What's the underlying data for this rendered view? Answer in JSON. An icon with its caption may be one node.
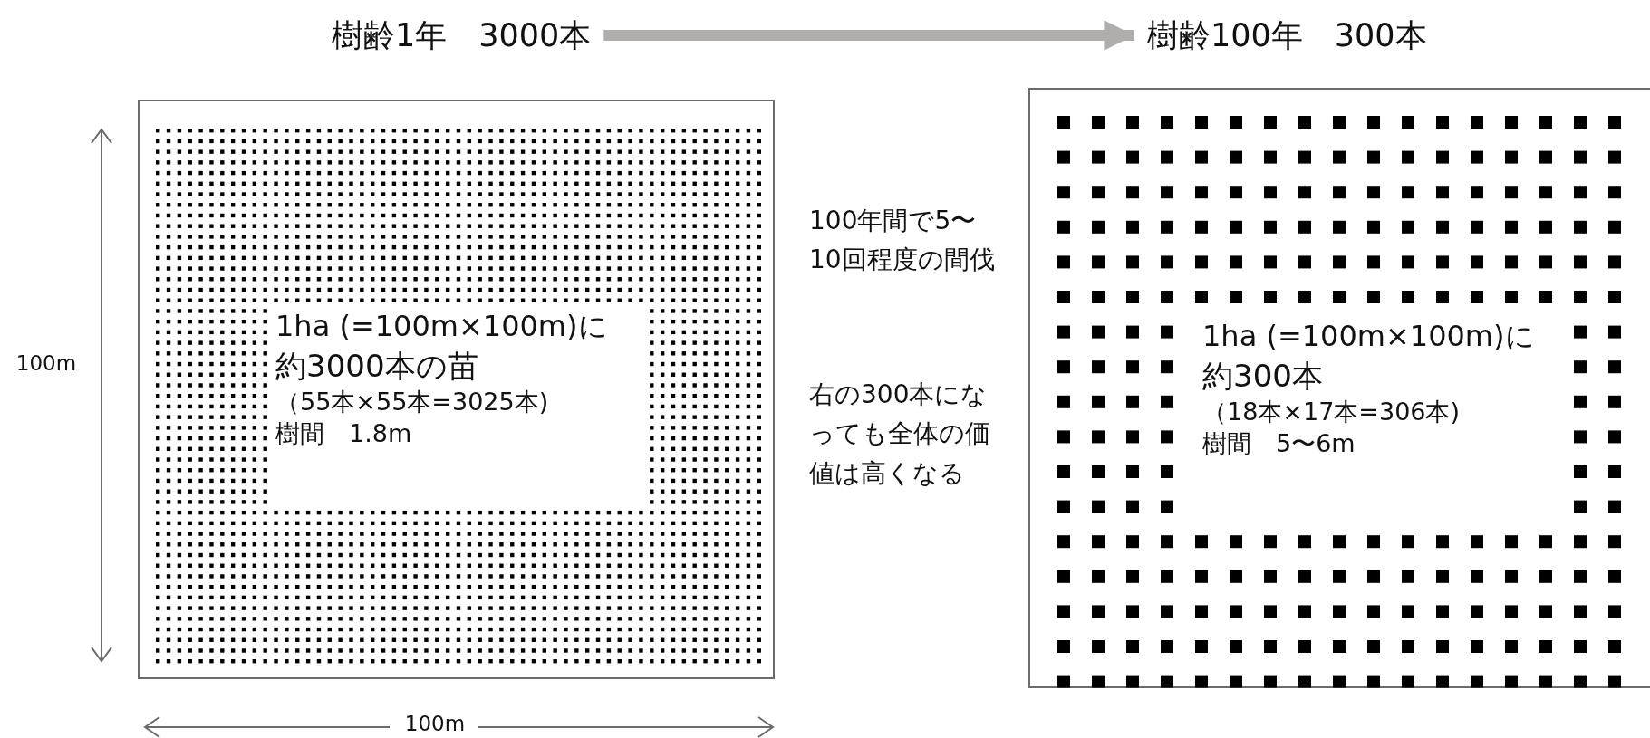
{
  "diagram": {
    "nodes": [
      {
        "text": [
          "樹齢1年　3000本"
        ]
      },
      {
        "text": [
          "樹齢100年　300本"
        ]
      },
      {
        "text": [
          "1ha (=100m×100m)に",
          "約3000本の苗",
          "（55本×55本=3025本)",
          "樹間　1.8m"
        ]
      },
      {
        "text": [
          "1ha (=100m×100m)に",
          "約300本",
          "（18本×17本=306本)",
          "樹間　5〜6m"
        ]
      }
    ],
    "edges": [
      {
        "from": 0,
        "to": 1,
        "arrow": "to"
      }
    ],
    "labels": [
      "100m",
      "100m",
      "100年間で5〜10回程度の間伐",
      "右の300本になっても全体の価値は高くなる"
    ]
  }
}
